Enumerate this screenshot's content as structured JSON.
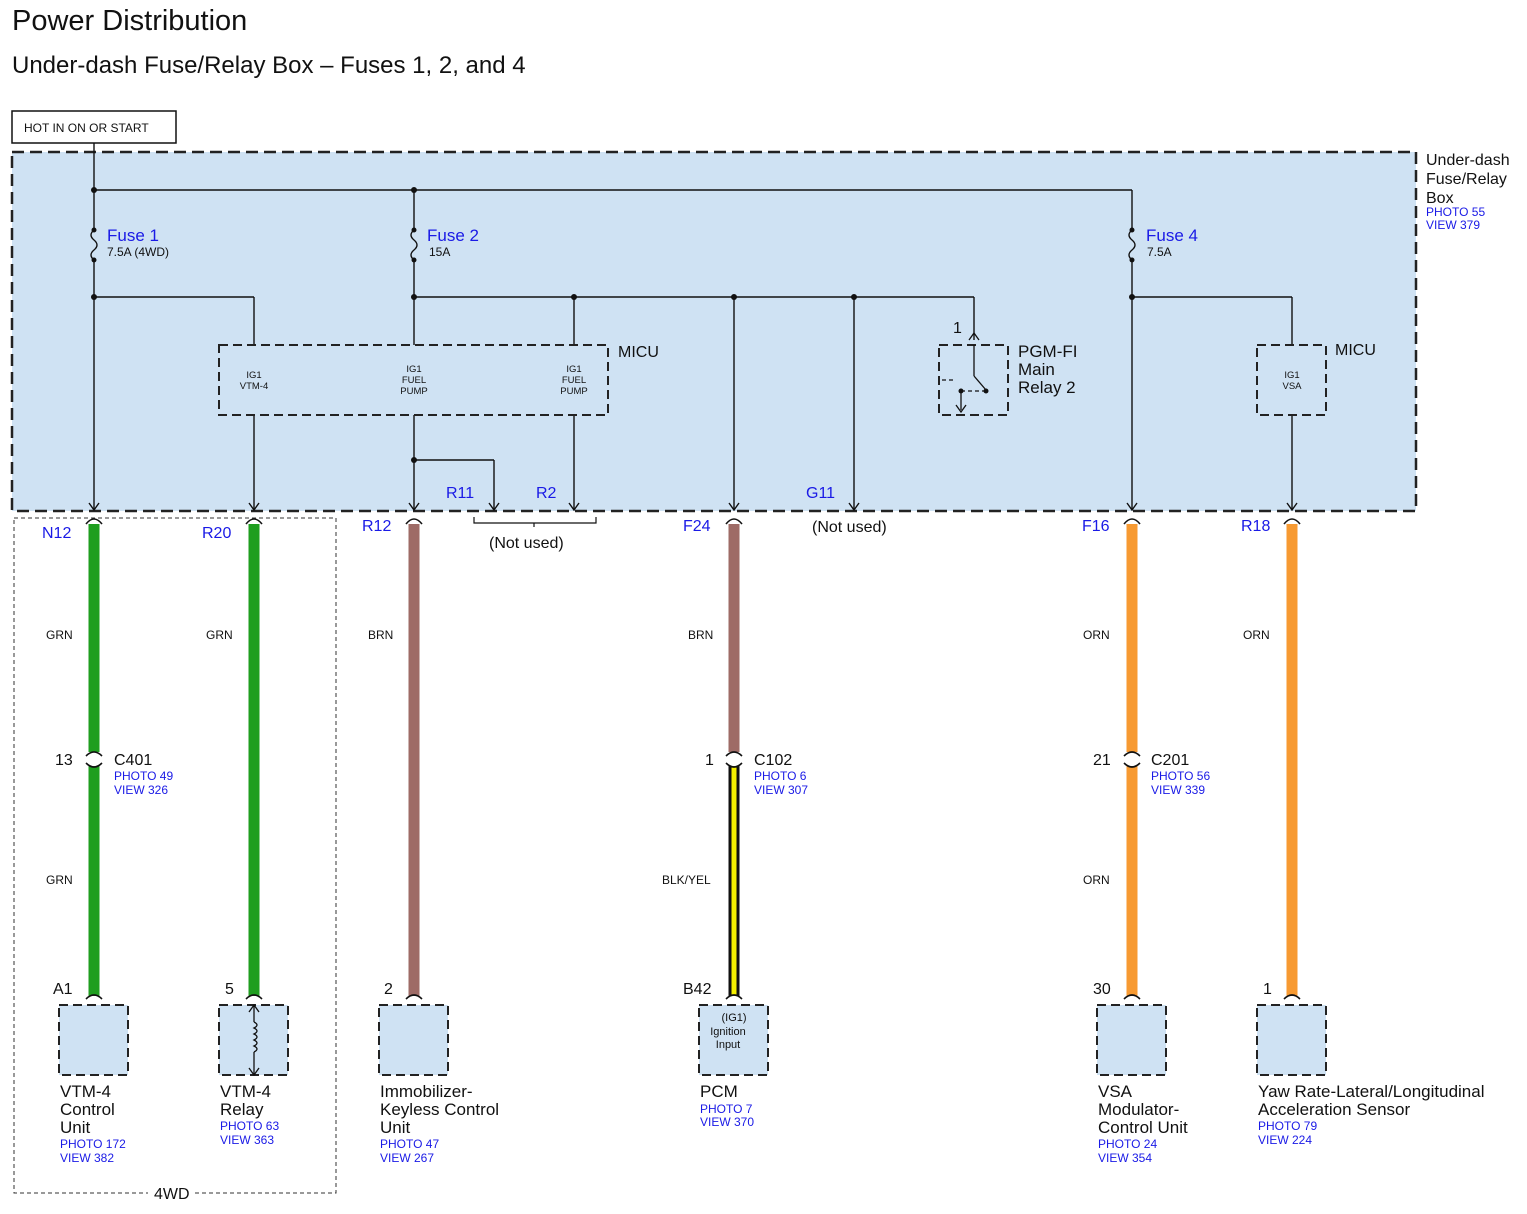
{
  "title": "Power Distribution",
  "subtitle": "Under-dash Fuse/Relay Box – Fuses 1, 2, and 4",
  "hot_label": "HOT IN ON OR START",
  "box": {
    "name_lines": [
      "Under-dash",
      "Fuse/Relay",
      "Box"
    ],
    "photo": "PHOTO 55",
    "view": "VIEW 379"
  },
  "fuses": [
    {
      "name": "Fuse 1",
      "rating": "7.5A (4WD)"
    },
    {
      "name": "Fuse 2",
      "rating": "15A"
    },
    {
      "name": "Fuse 4",
      "rating": "7.5A"
    }
  ],
  "micu1": {
    "label": "MICU",
    "pins": [
      [
        "IG1",
        "VTM-4"
      ],
      [
        "IG1",
        "FUEL",
        "PUMP"
      ],
      [
        "IG1",
        "FUEL",
        "PUMP"
      ]
    ]
  },
  "micu2": {
    "label": "MICU",
    "pins": [
      "IG1",
      "VSA"
    ]
  },
  "relay": {
    "lines": [
      "PGM-FI",
      "Main",
      "Relay 2"
    ],
    "pin": "1"
  },
  "terminals": {
    "n12": "N12",
    "r20": "R20",
    "r12": "R12",
    "r11": "R11",
    "r2": "R2",
    "f24": "F24",
    "g11": "G11",
    "f16": "F16",
    "r18": "R18"
  },
  "not_used": "(Not used)",
  "wire_colors": {
    "grn": "GRN",
    "brn": "BRN",
    "blk_yel": "BLK/YEL",
    "orn": "ORN"
  },
  "connectors": [
    {
      "name": "C401",
      "pin": "13",
      "photo": "PHOTO 49",
      "view": "VIEW 326"
    },
    {
      "name": "C102",
      "pin": "1",
      "photo": "PHOTO 6",
      "view": "VIEW 307"
    },
    {
      "name": "C201",
      "pin": "21",
      "photo": "PHOTO 56",
      "view": "VIEW 339"
    }
  ],
  "components": [
    {
      "pin": "A1",
      "lines": [
        "VTM-4",
        "Control",
        "Unit"
      ],
      "photo": "PHOTO 172",
      "view": "VIEW 382"
    },
    {
      "pin": "5",
      "lines": [
        "VTM-4",
        "Relay"
      ],
      "photo": "PHOTO 63",
      "view": "VIEW 363"
    },
    {
      "pin": "2",
      "lines": [
        "Immobilizer-",
        "Keyless Control",
        "Unit"
      ],
      "photo": "PHOTO 47",
      "view": "VIEW 267"
    },
    {
      "pin": "B42",
      "lines": [
        "PCM"
      ],
      "photo": "PHOTO 7",
      "view": "VIEW 370",
      "inner": [
        "(IG1)",
        "Ignition",
        "Input"
      ]
    },
    {
      "pin": "30",
      "lines": [
        "VSA",
        "Modulator-",
        "Control Unit"
      ],
      "photo": "PHOTO 24",
      "view": "VIEW 354"
    },
    {
      "pin": "1",
      "lines": [
        "Yaw Rate-Lateral/Longitudinal",
        "Acceleration Sensor"
      ],
      "photo": "PHOTO 79",
      "view": "VIEW 224"
    }
  ],
  "group_label": "4WD",
  "colors": {
    "box_fill": "#cfe2f3",
    "grn": "#1f9e1f",
    "brn": "#9e6b66",
    "orn": "#f79a32",
    "yel": "#f5f000",
    "label_blue": "#1a1ae6"
  }
}
